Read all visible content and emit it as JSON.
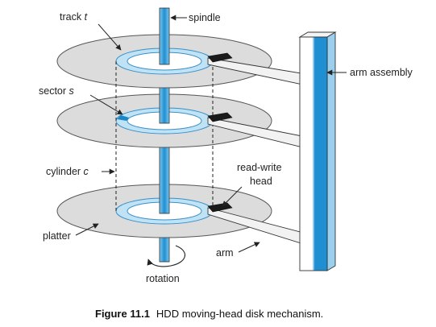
{
  "labels": {
    "track_prefix": "track ",
    "track_var": "t",
    "spindle": "spindle",
    "arm_assembly": "arm assembly",
    "sector_prefix": "sector ",
    "sector_var": "s",
    "cylinder_prefix": "cylinder ",
    "cylinder_var": "c",
    "read_write_line1": "read-write",
    "read_write_line2": "head",
    "platter": "platter",
    "arm": "arm",
    "rotation": "rotation"
  },
  "caption": {
    "number": "Figure 11.1",
    "text": "HDD moving-head disk mechanism."
  },
  "colors": {
    "platter_fill": "#dcdcdc",
    "platter_stroke": "#555555",
    "spindle_fill": "#2f9ad8",
    "track_ring_fill": "#bfe3f5",
    "highlighted_sector": "#1a86c8",
    "arm_fill": "#f2f2f2",
    "head_fill": "#1a1a1a"
  }
}
